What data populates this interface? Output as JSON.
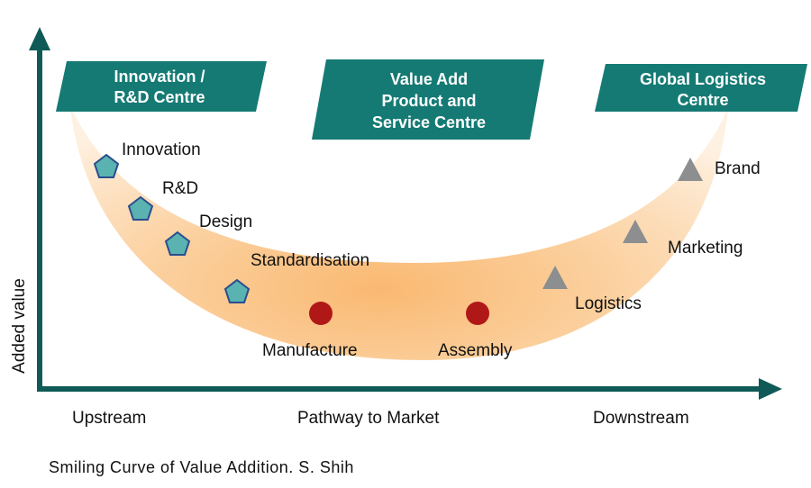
{
  "colors": {
    "teal": "#157a74",
    "axis": "#0f5a57",
    "pentagon_fill": "#5ab3b0",
    "pentagon_stroke": "#2a4d8f",
    "circle_fill": "#b01818",
    "triangle_fill": "#8c8e8f",
    "band_core": "#f9b56a",
    "band_edge": "#fde6cc"
  },
  "banners": {
    "left": [
      "Innovation /",
      "R&D Centre"
    ],
    "middle": [
      "Value Add",
      "Product and",
      "Service Centre"
    ],
    "right": [
      "Global Logistics",
      "Centre"
    ]
  },
  "points": {
    "innovation": "Innovation",
    "rd": "R&D",
    "design": "Design",
    "standardisation": "Standardisation",
    "manufacture": "Manufacture",
    "assembly": "Assembly",
    "logistics": "Logistics",
    "marketing": "Marketing",
    "brand": "Brand"
  },
  "axes": {
    "y_label": "Added value",
    "x_left": "Upstream",
    "x_middle": "Pathway to Market",
    "x_right": "Downstream"
  },
  "caption": "Smiling Curve of Value Addition. S. Shih"
}
